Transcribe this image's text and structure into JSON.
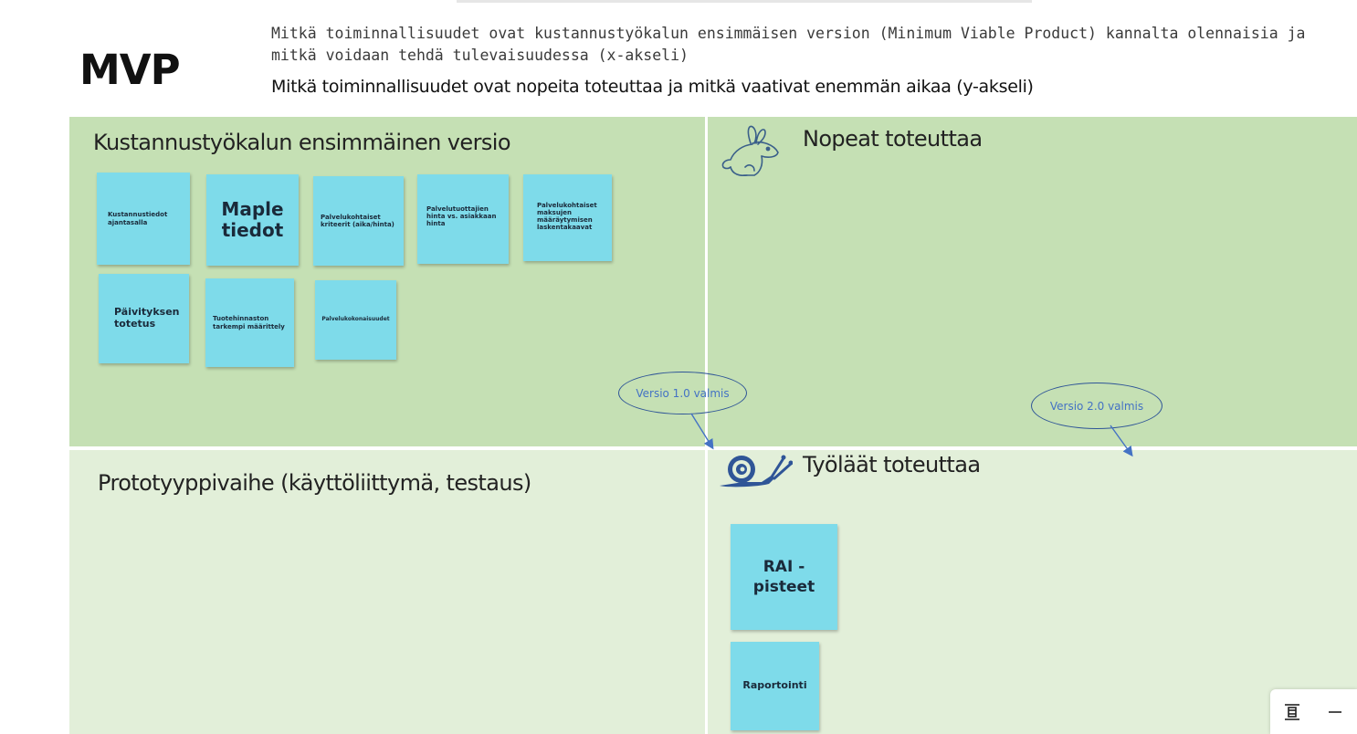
{
  "header": {
    "title": "MVP",
    "question_1": "Mitkä toiminnallisuudet ovat kustannustyökalun ensimmäisen version (Minimum Viable Product) kannalta olennaisia ja mitkä voidaan tehdä tulevaisuudessa (x-akseli)",
    "question_2": "Mitkä toiminnallisuudet ovat nopeita toteuttaa ja mitkä vaativat enemmän aikaa (y-akseli)"
  },
  "quadrants": {
    "top_left": "Kustannustyökalun ensimmäinen versio",
    "top_right": "Nopeat toteuttaa",
    "bottom_left": "Prototyyppivaihe (käyttöliittymä, testaus)",
    "bottom_right": "Työläät toteuttaa"
  },
  "notes": {
    "n1": "Kustannustiedot ajantasalla",
    "n2": "Maple tiedot",
    "n3": "Palvelukohtaiset kriteerit (aika/hinta)",
    "n4": "Palvelutuottajien hinta vs. asiakkaan hinta",
    "n5": "Palvelukohtaiset maksujen määräytymisen laskentakaavat",
    "n6": "Päivityksen totetus",
    "n7": "Tuotehinnaston tarkempi määrittely",
    "n8": "Palvelukokonaisuudet",
    "n9": "RAI -pisteet",
    "n10": "Raportointi"
  },
  "milestones": {
    "v1": "Versio 1.0 valmis",
    "v2": "Versio 2.0 valmis"
  },
  "icons": {
    "fast": "rabbit-icon",
    "slow": "snail-icon",
    "fit": "fit-to-page-icon",
    "zoom_out": "zoom-out-icon"
  },
  "colors": {
    "top_quadrant": "#c5e0b4",
    "bottom_quadrant": "#e2efd9",
    "sticky_note": "#7edbea",
    "milestone": "#2f5597"
  }
}
